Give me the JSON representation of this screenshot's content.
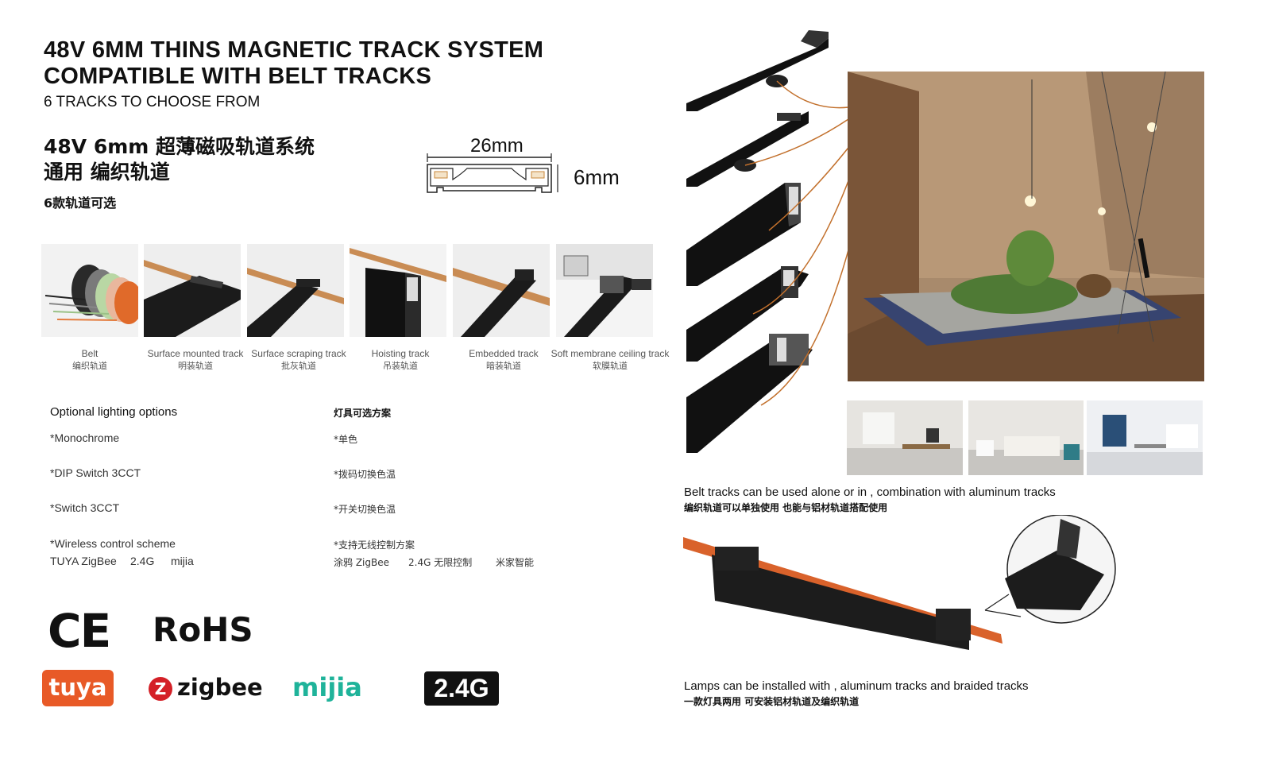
{
  "header": {
    "title_line1": "48V 6MM THINS MAGNETIC TRACK SYSTEM",
    "title_line2": "COMPATIBLE WITH BELT TRACKS",
    "subtitle": "6 TRACKS TO CHOOSE FROM",
    "title_zh_line1": "48V 6mm 超薄磁吸轨道系统",
    "title_zh_line2": "通用 编织轨道",
    "subtitle_zh": "6款轨道可选"
  },
  "dimensions": {
    "width_label": "26mm",
    "height_label": "6mm"
  },
  "tracks": [
    {
      "en": "Belt",
      "zh": "编织轨道"
    },
    {
      "en": "Surface mounted track",
      "zh": "明装轨道"
    },
    {
      "en": "Surface scraping track",
      "zh": "批灰轨道"
    },
    {
      "en": "Hoisting track",
      "zh": "吊装轨道"
    },
    {
      "en": "Embedded track",
      "zh": "暗装轨道"
    },
    {
      "en": "Soft membrane ceiling track",
      "zh": "软膜轨道"
    }
  ],
  "options": {
    "heading_en": "Optional lighting options",
    "heading_zh": "灯具可选方案",
    "items_en": [
      "*Monochrome",
      "*DIP Switch 3CCT",
      "*Switch 3CCT",
      "*Wireless control scheme"
    ],
    "items_zh": [
      "*单色",
      "*拨码切换色温",
      "*开关切换色温",
      "*支持无线控制方案"
    ],
    "wireless_en": [
      "TUYA ZigBee",
      "2.4G",
      "mijia"
    ],
    "wireless_zh": [
      "涂鸦 ZigBee",
      "2.4G 无限控制",
      "米家智能"
    ]
  },
  "captions": {
    "belt_en": "Belt tracks can be used alone or in , combination with aluminum tracks",
    "belt_zh": "编织轨道可以单独使用 也能与铝材轨道搭配使用",
    "lamp_en": "Lamps can be installed with , aluminum tracks and braided tracks",
    "lamp_zh": "一款灯具两用 可安装铝材轨道及编织轨道"
  },
  "logos": {
    "ce": "CE",
    "rohs": "RoHS",
    "tuya": "tuya",
    "zigbee": "zigbee",
    "mijia": "mijia",
    "band": "2.4G"
  },
  "colors": {
    "belt_orange": "#d9622b",
    "tuya": "#e85a27",
    "mijia": "#1fb39a",
    "zigbee": "#d42027"
  }
}
